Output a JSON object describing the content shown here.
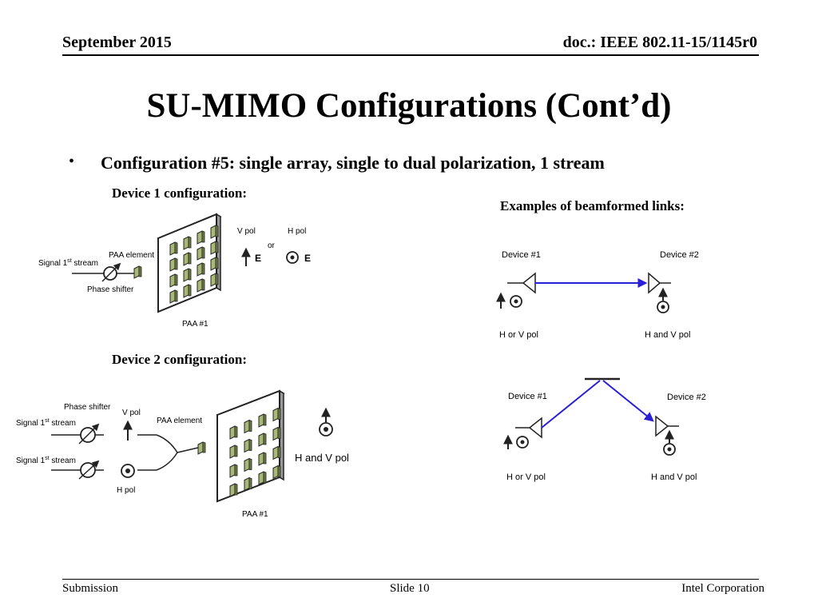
{
  "header": {
    "date": "September 2015",
    "doc": "doc.: IEEE 802.11-15/1145r0"
  },
  "title": "SU-MIMO Configurations (Cont’d)",
  "bullet": {
    "marker": "•",
    "text": "Configuration #5: single array, single to dual polarization, 1 stream"
  },
  "device1": {
    "heading": "Device 1 configuration:",
    "signal_prefix": "Signal 1",
    "signal_sup": "st",
    "signal_suffix": " stream",
    "paa_element": "PAA element",
    "phase_shifter": "Phase shifter",
    "paa": "PAA #1",
    "v_pol": "V pol",
    "h_pol": "H pol",
    "or": "or",
    "e1": "E",
    "e2": "E"
  },
  "device2": {
    "heading": "Device 2 configuration:",
    "phase_shifter": "Phase shifter",
    "v_pol": "V pol",
    "paa_element": "PAA element",
    "signal_prefix": "Signal 1",
    "signal_sup": "st",
    "signal_suffix": " stream",
    "h_pol": "H pol",
    "paa": "PAA #1",
    "h_and_v": "H and V pol"
  },
  "examples": {
    "heading": "Examples of beamformed links:",
    "link1": {
      "device_a": "Device #1",
      "device_b": "Device #2",
      "pol_a": "H or V pol",
      "pol_b": "H and V pol"
    },
    "link2": {
      "device_a": "Device #1",
      "device_b": "Device #2",
      "pol_a": "H or V pol",
      "pol_b": "H and V pol"
    }
  },
  "footer": {
    "left": "Submission",
    "center": "Slide 10",
    "right": "Intel Corporation"
  },
  "colors": {
    "beam": "#2b1fd6",
    "element_fill": "#a9b878"
  }
}
